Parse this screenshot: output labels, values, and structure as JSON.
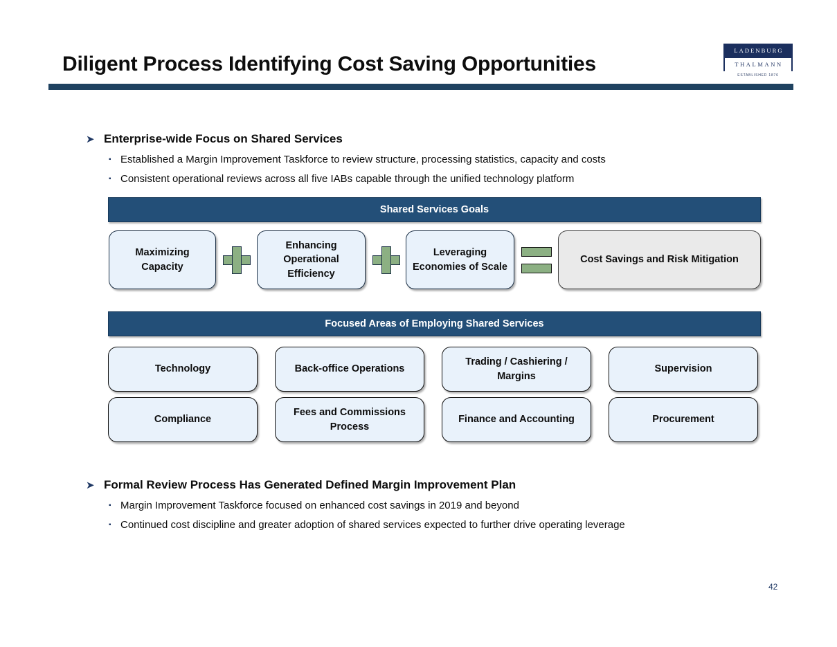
{
  "slide": {
    "title": "Diligent Process Identifying Cost Saving Opportunities",
    "page_number": "42",
    "accent_navy": "#1f4260",
    "banner_blue": "#234f78",
    "box_blue": "#e9f2fb",
    "box_grey": "#eaeaea",
    "operator_green": "#8cb083"
  },
  "logo": {
    "line1": "LADENBURG",
    "line2": "THALMANN",
    "line3": "ESTABLISHED 1876"
  },
  "section_top": {
    "heading": "Enterprise-wide Focus on Shared Services",
    "marker": "arrow-bullet",
    "bullets": [
      "Established a Margin Improvement Taskforce to review structure, processing statistics, capacity and costs",
      "Consistent operational reviews across all five IABs capable through the unified technology platform"
    ]
  },
  "goals": {
    "banner": "Shared Services Goals",
    "inputs": [
      "Maximizing Capacity",
      "Enhancing Operational Efficiency",
      "Leveraging Economies of Scale"
    ],
    "operators": [
      "plus",
      "plus",
      "equals"
    ],
    "result": "Cost Savings and Risk Mitigation"
  },
  "focus_areas": {
    "banner": "Focused Areas of Employing Shared Services",
    "items": [
      "Technology",
      "Back-office Operations",
      "Trading / Cashiering / Margins",
      "Supervision",
      "Compliance",
      "Fees and Commissions Process",
      "Finance and Accounting",
      "Procurement"
    ]
  },
  "section_bottom": {
    "heading": "Formal Review Process Has Generated Defined Margin Improvement Plan",
    "marker": "arrow-bullet",
    "bullets": [
      "Margin Improvement Taskforce focused on enhanced cost savings in 2019 and beyond",
      "Continued cost discipline and greater adoption of shared services expected to further drive operating leverage"
    ]
  }
}
